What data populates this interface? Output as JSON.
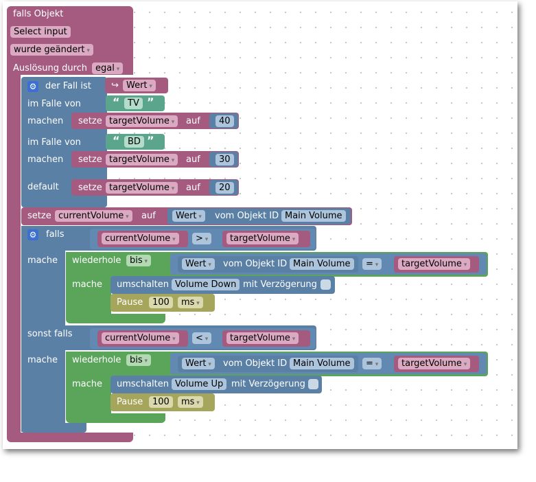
{
  "event": {
    "title": "falls Objekt",
    "object": "Select input",
    "trigger": "wurde geändert",
    "trigger_label": "Auslösung durch",
    "trigger_value": "egal"
  },
  "switch": {
    "label": "der Fall ist",
    "var": "Wert",
    "case1_label": "im Falle von",
    "case1_value": "TV",
    "do1_label": "machen",
    "case2_label": "im Falle von",
    "case2_value": "BD",
    "do2_label": "machen",
    "default_label": "default"
  },
  "set_blocks": [
    {
      "label": "setze",
      "var": "targetVolume",
      "to": "auf",
      "value": "40"
    },
    {
      "label": "setze",
      "var": "targetVolume",
      "to": "auf",
      "value": "30"
    },
    {
      "label": "setze",
      "var": "targetVolume",
      "to": "auf",
      "value": "20"
    }
  ],
  "set_current": {
    "label": "setze",
    "var": "currentVolume",
    "to": "auf",
    "prop": "Wert",
    "from": "vom Objekt ID",
    "object": "Main Volume"
  },
  "if_block": {
    "if_label": "falls",
    "do_label": "mache",
    "elseif_label": "sonst falls",
    "do2_label": "mache"
  },
  "cond1": {
    "left": "currentVolume",
    "op": ">",
    "right": "targetVolume"
  },
  "cond2": {
    "left": "currentVolume",
    "op": "<",
    "right": "targetVolume"
  },
  "loops": [
    {
      "label": "wiederhole",
      "mode": "bis",
      "prop": "Wert",
      "from": "vom Objekt ID",
      "object": "Main Volume",
      "op": "=",
      "right": "targetVolume",
      "do_label": "mache",
      "toggle_label": "umschalten",
      "toggle_object": "Volume Down",
      "delay_label": "mit Verzögerung",
      "pause_label": "Pause",
      "pause_value": "100",
      "pause_unit": "ms"
    },
    {
      "label": "wiederhole",
      "mode": "bis",
      "prop": "Wert",
      "from": "vom Objekt ID",
      "object": "Main Volume",
      "op": "=",
      "right": "targetVolume",
      "do_label": "mache",
      "toggle_label": "umschalten",
      "toggle_object": "Volume Up",
      "delay_label": "mit Verzögerung",
      "pause_label": "Pause",
      "pause_value": "100",
      "pause_unit": "ms"
    }
  ],
  "icons": {
    "gear": "gear-icon",
    "variable": "return-arrow-icon",
    "quote": "quote-icon"
  },
  "colors": {
    "event": "#a55b80",
    "logic": "#5b80a5",
    "loop": "#5ba55b",
    "text": "#5ba58c",
    "timer": "#a5a55b"
  }
}
